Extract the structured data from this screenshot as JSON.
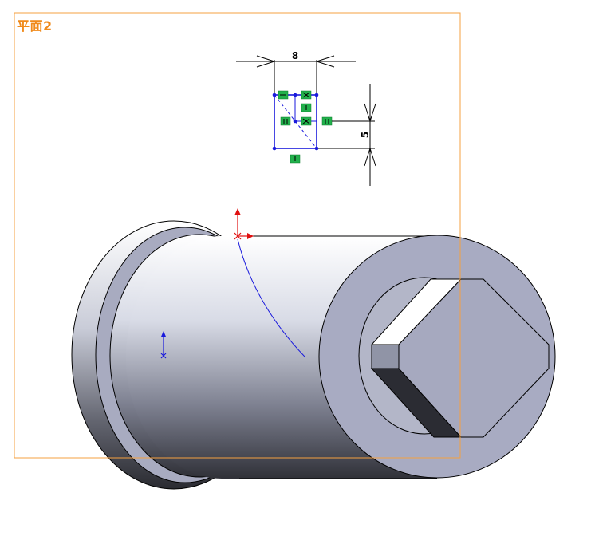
{
  "window": {
    "plane_label": "平面2"
  },
  "sketch": {
    "dimension_horizontal": "8",
    "dimension_vertical": "5"
  },
  "colors": {
    "plane_border": "#f5a040",
    "sketch_line": "#1a1adc",
    "relation_badge": "#22b14c",
    "origin_red": "#e01010",
    "origin_blue": "#1a1adc"
  }
}
